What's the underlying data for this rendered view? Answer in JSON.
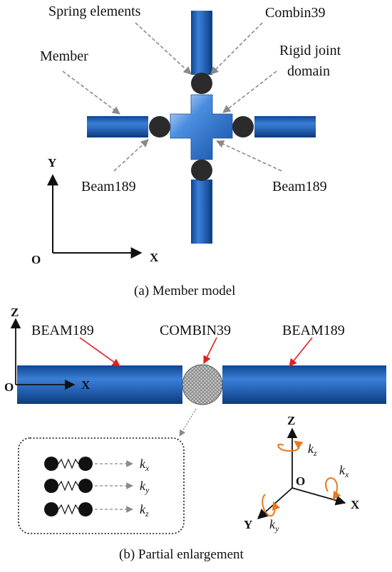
{
  "panel_a": {
    "labels": {
      "spring_elements": "Spring elements",
      "combin39": "Combin39",
      "rigid_joint_line1": "Rigid joint",
      "rigid_joint_line2": "domain",
      "member": "Member",
      "beam189_left": "Beam189",
      "beam189_right": "Beam189"
    },
    "axes": {
      "y": "Y",
      "x": "X",
      "origin": "O"
    },
    "caption": "(a) Member model"
  },
  "panel_b": {
    "labels": {
      "beam_left": "BEAM189",
      "combin": "COMBIN39",
      "beam_right": "BEAM189"
    },
    "axes": {
      "z": "Z",
      "x": "X",
      "origin": "O"
    },
    "springs": [
      {
        "sym": "k",
        "sub": "x"
      },
      {
        "sym": "k",
        "sub": "y"
      },
      {
        "sym": "k",
        "sub": "z"
      }
    ],
    "axes3d": {
      "z": "Z",
      "x": "X",
      "y": "Y",
      "origin": "O",
      "kz": {
        "sym": "k",
        "sub": "z"
      },
      "kx": {
        "sym": "k",
        "sub": "x"
      },
      "ky": {
        "sym": "k",
        "sub": "y"
      }
    },
    "caption": "(b) Partial enlargement"
  },
  "colors": {
    "beam_blue": "#2f6fc4",
    "beam_dark": "#0e3f86",
    "node": "#2b2b2b",
    "arrow_gray": "#8a8a8a",
    "arrow_red": "#e02020",
    "moment_orange": "#e8781a"
  }
}
